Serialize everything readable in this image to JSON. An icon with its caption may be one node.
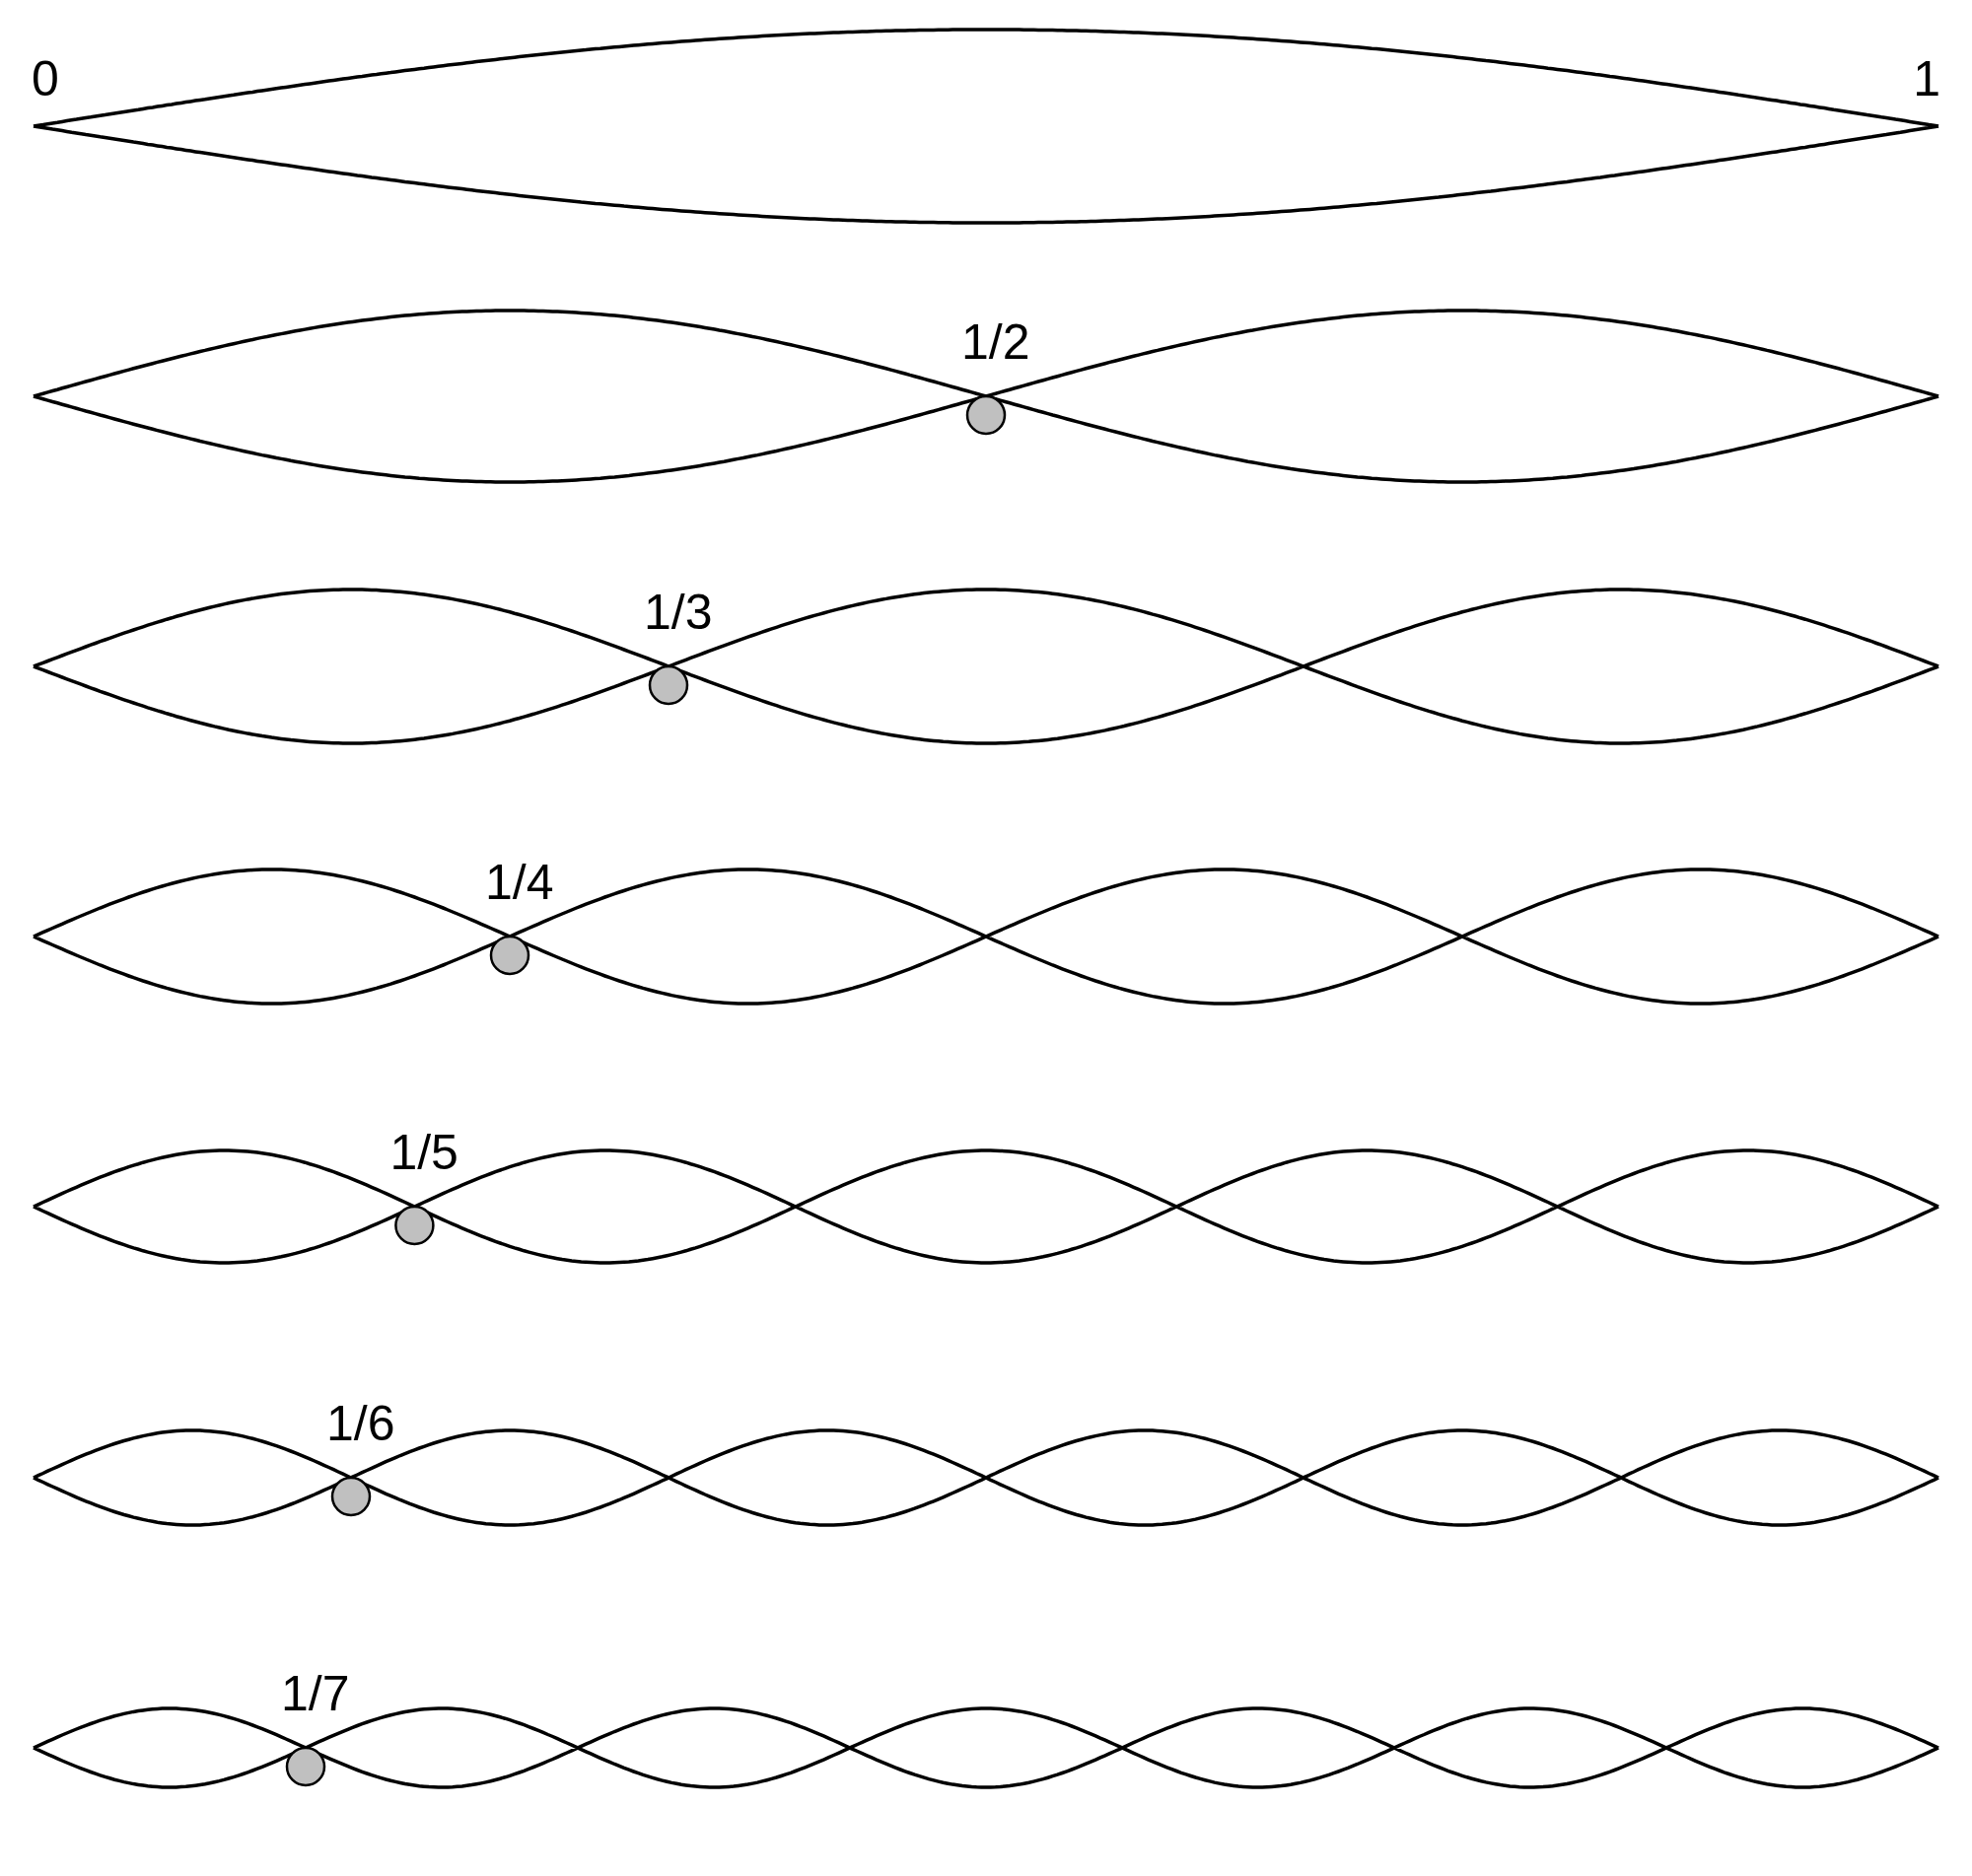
{
  "diagram": {
    "labels": [
      "0",
      "1",
      "1/2",
      "1/3",
      "1/4",
      "1/5",
      "1/6",
      "1/7"
    ]
  }
}
